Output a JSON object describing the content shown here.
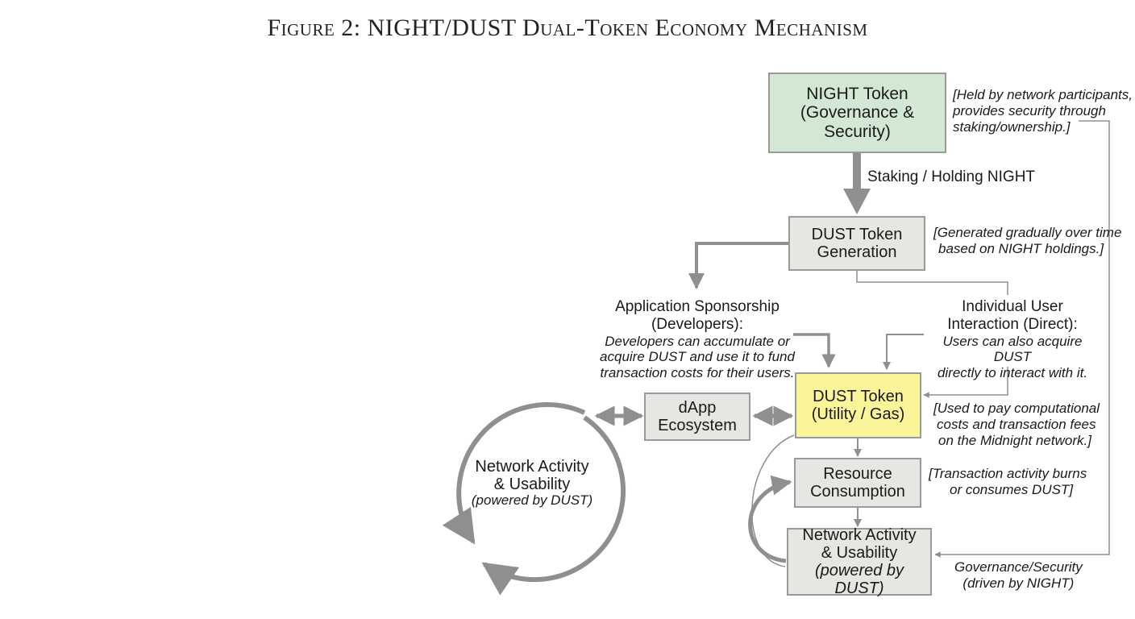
{
  "title": "Figure 2: NIGHT/DUST Dual-Token Economy Mechanism",
  "nodes": {
    "night": {
      "line1": "NIGHT Token",
      "line2": "(Governance & Security)",
      "fill": "#d3e8d4"
    },
    "dust_gen": {
      "line1": "DUST Token",
      "line2": "Generation",
      "fill": "#e6e6e2"
    },
    "dust_util": {
      "line1": "DUST Token",
      "line2": "(Utility / Gas)",
      "fill": "#fbf59a"
    },
    "dapp": {
      "line1": "dApp",
      "line2": "Ecosystem",
      "fill": "#e6e6e2"
    },
    "resource": {
      "line1": "Resource",
      "line2": "Consumption",
      "fill": "#e6e6e2"
    },
    "network": {
      "line1": "Network Activity",
      "line2": "& Usability",
      "line3": "(powered by DUST)",
      "fill": "#e6e6e2"
    }
  },
  "edge_labels": {
    "staking": "Staking / Holding NIGHT",
    "governance_1": "Governance/Security",
    "governance_2": "(driven by NIGHT)"
  },
  "branches": {
    "sponsorship": {
      "head1": "Application Sponsorship",
      "head2": "(Developers):",
      "body1": "Developers can accumulate or",
      "body2": "acquire DUST and use it to fund",
      "body3": "transaction costs for their users."
    },
    "individual": {
      "head1": "Individual User",
      "head2": "Interaction (Direct):",
      "body1": "Users can also acquire DUST",
      "body2": "directly to interact with it."
    }
  },
  "notes": {
    "night": [
      "[Held by network participants,",
      "provides security through",
      "staking/ownership.]"
    ],
    "dust_gen": [
      "[Generated gradually over time",
      "based on NIGHT holdings.]"
    ],
    "dust_util": [
      "[Used to pay computational",
      "costs and transaction fees",
      "on the Midnight network.]"
    ],
    "resource": [
      "[Transaction activity burns",
      "or consumes DUST]"
    ]
  },
  "cycle": {
    "line1": "Network Activity",
    "line2": "& Usability",
    "line3": "(powered by DUST)"
  },
  "colors": {
    "arrow": "#8f8f8f",
    "border": "#9a9a9a",
    "text": "#1a1a1a"
  }
}
